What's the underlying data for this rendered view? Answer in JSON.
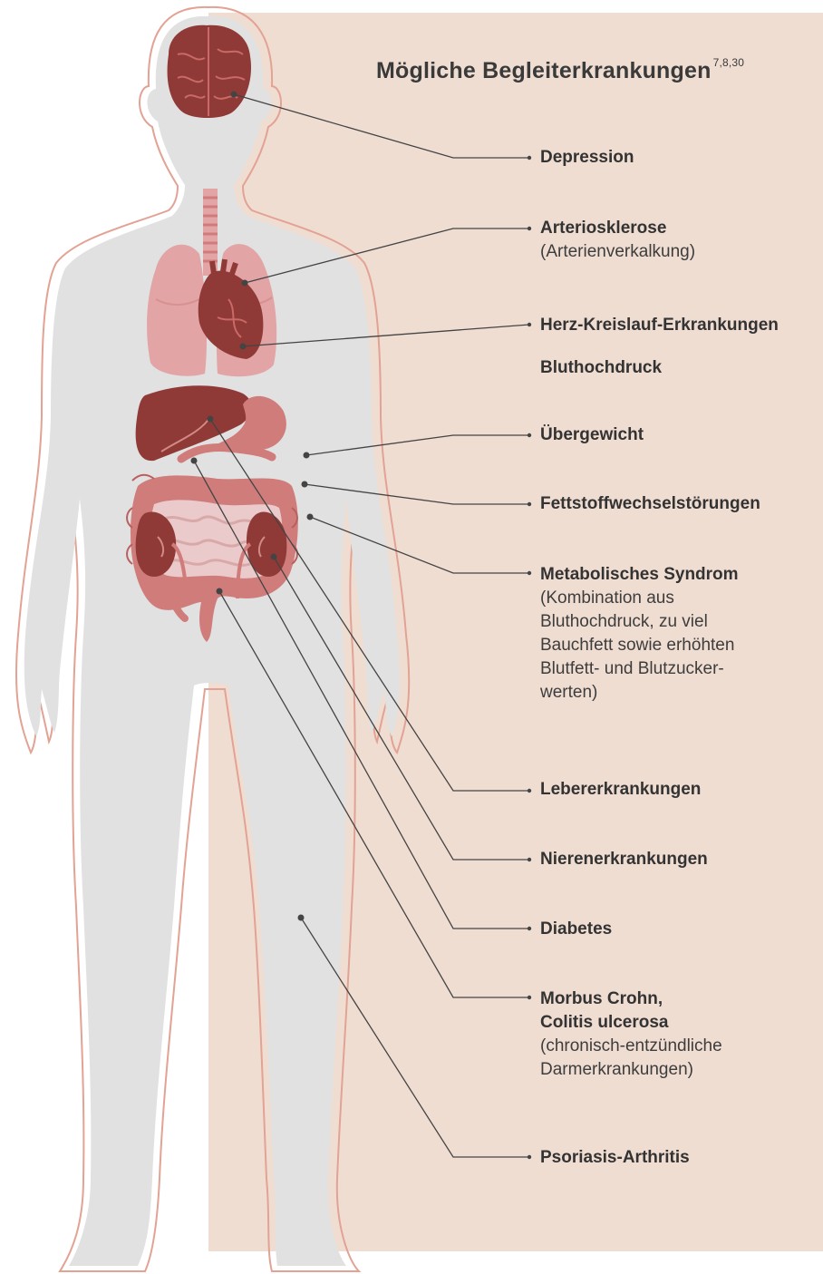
{
  "title": "Mögliche Begleiterkrankungen",
  "title_refs": "7,8,30",
  "labels": {
    "depression": "Depression",
    "arteriosklerose": "Arteriosklerose",
    "arteriosklerose_note": "(Arterienverkalkung)",
    "herz": "Herz-Kreislauf-Erkrankungen",
    "bluthochdruck": "Bluthochdruck",
    "uebergewicht": "Übergewicht",
    "fett": "Fettstoffwechselstörungen",
    "metabolisch": "Metabolisches Syndrom",
    "metabolisch_note_1": "(Kombination aus",
    "metabolisch_note_2": "Bluthochdruck, zu viel",
    "metabolisch_note_3": "Bauchfett sowie erhöhten",
    "metabolisch_note_4": "Blutfett- und Blutzucker-",
    "metabolisch_note_5": "werten)",
    "leber": "Lebererkrankungen",
    "niere": "Nierenerkrankungen",
    "diabetes": "Diabetes",
    "crohn_1": "Morbus Crohn,",
    "crohn_2": "Colitis ulcerosa",
    "crohn_note_1": "(chronisch-entzündliche",
    "crohn_note_2": "Darmerkrankungen)",
    "psoriasis": "Psoriasis-Arthritis"
  },
  "colors": {
    "panel": "#f0ddd2",
    "body": "#e1e1e1",
    "outline": "#e2a294",
    "organ_dark": "#8f3a36",
    "organ_mid": "#cf7c7b",
    "organ_light": "#e2a4a4",
    "line": "#444444"
  }
}
